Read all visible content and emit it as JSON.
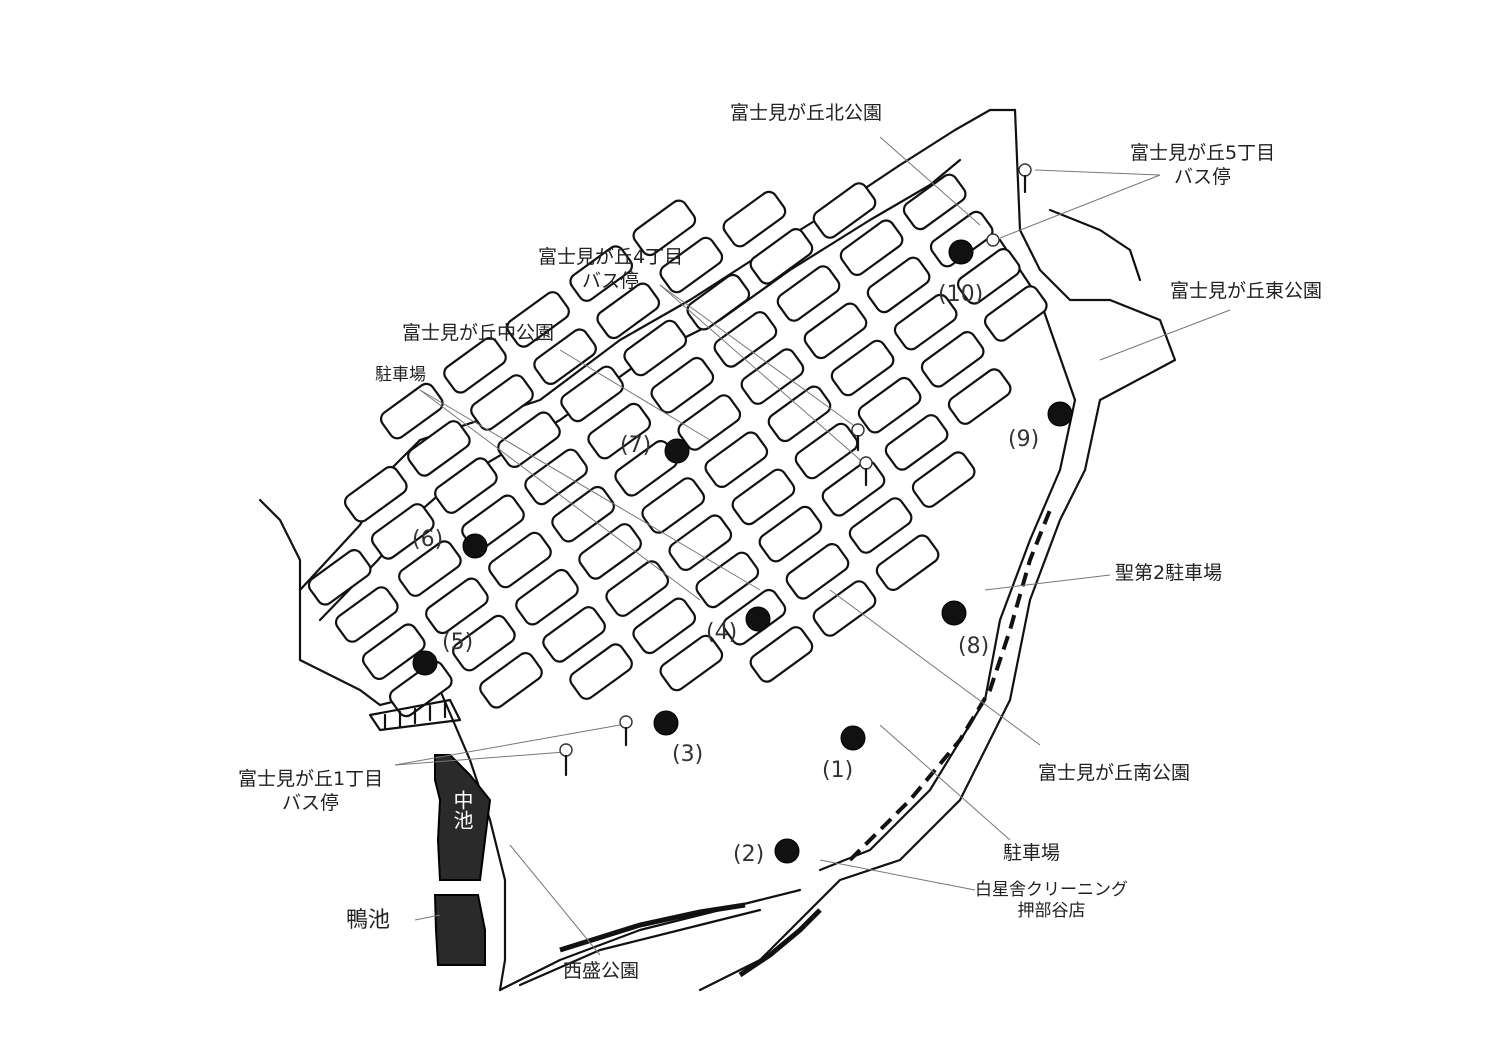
{
  "labels": {
    "north_park": "富士見が丘北公園",
    "bus_stop_5_line1": "富士見が丘5丁目",
    "bus_stop_5_line2": "バス停",
    "bus_stop_4_line1": "富士見が丘4丁目",
    "bus_stop_4_line2": "バス停",
    "east_park": "富士見が丘東公園",
    "central_park": "富士見が丘中公園",
    "parking_nw": "駐車場",
    "seidai2_parking": "聖第2駐車場",
    "south_park": "富士見が丘南公園",
    "parking_se": "駐車場",
    "cleaning_line1": "白星舎クリーニング",
    "cleaning_line2": "押部谷店",
    "bus_stop_1_line1": "富士見が丘1丁目",
    "bus_stop_1_line2": "バス停",
    "nishimori_park": "西盛公園",
    "kamoike": "鴨池",
    "nakaike": "中池"
  },
  "stops": [
    {
      "id": "1",
      "label": "(1)"
    },
    {
      "id": "2",
      "label": "(2)"
    },
    {
      "id": "3",
      "label": "(3)"
    },
    {
      "id": "4",
      "label": "(4)"
    },
    {
      "id": "5",
      "label": "(5)"
    },
    {
      "id": "6",
      "label": "(6)"
    },
    {
      "id": "7",
      "label": "(7)"
    },
    {
      "id": "8",
      "label": "(8)"
    },
    {
      "id": "9",
      "label": "(9)"
    },
    {
      "id": "10",
      "label": "(10)"
    }
  ],
  "colors": {
    "ink": "#111111",
    "marker": "#111111",
    "pond": "#2a2a2a",
    "leader": "#777777"
  }
}
